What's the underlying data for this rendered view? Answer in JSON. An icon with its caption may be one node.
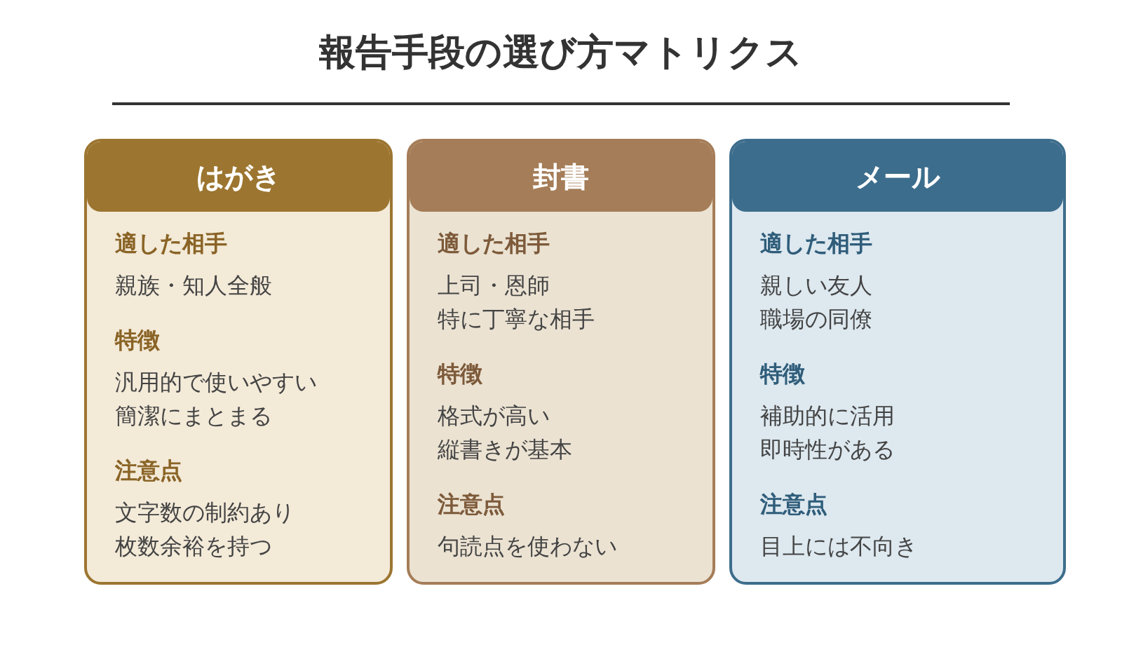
{
  "diagram": {
    "title": "報告手段の選び方マトリクス",
    "nodes": [
      {
        "text": [
          "はがき",
          "適した相手",
          "親族・知人全般",
          "特徴",
          "汎用的で使いやすい",
          "簡潔にまとまる",
          "注意点",
          "文字数の制約あり",
          "枚数余裕を持つ"
        ]
      },
      {
        "text": [
          "封書",
          "適した相手",
          "上司・恩師",
          "特に丁寧な相手",
          "特徴",
          "格式が高い",
          "縦書きが基本",
          "注意点",
          "句読点を使わない"
        ]
      },
      {
        "text": [
          "メール",
          "適した相手",
          "親しい友人",
          "職場の同僚",
          "特徴",
          "補助的に活用",
          "即時性がある",
          "注意点",
          "目上には不向き"
        ]
      }
    ]
  }
}
